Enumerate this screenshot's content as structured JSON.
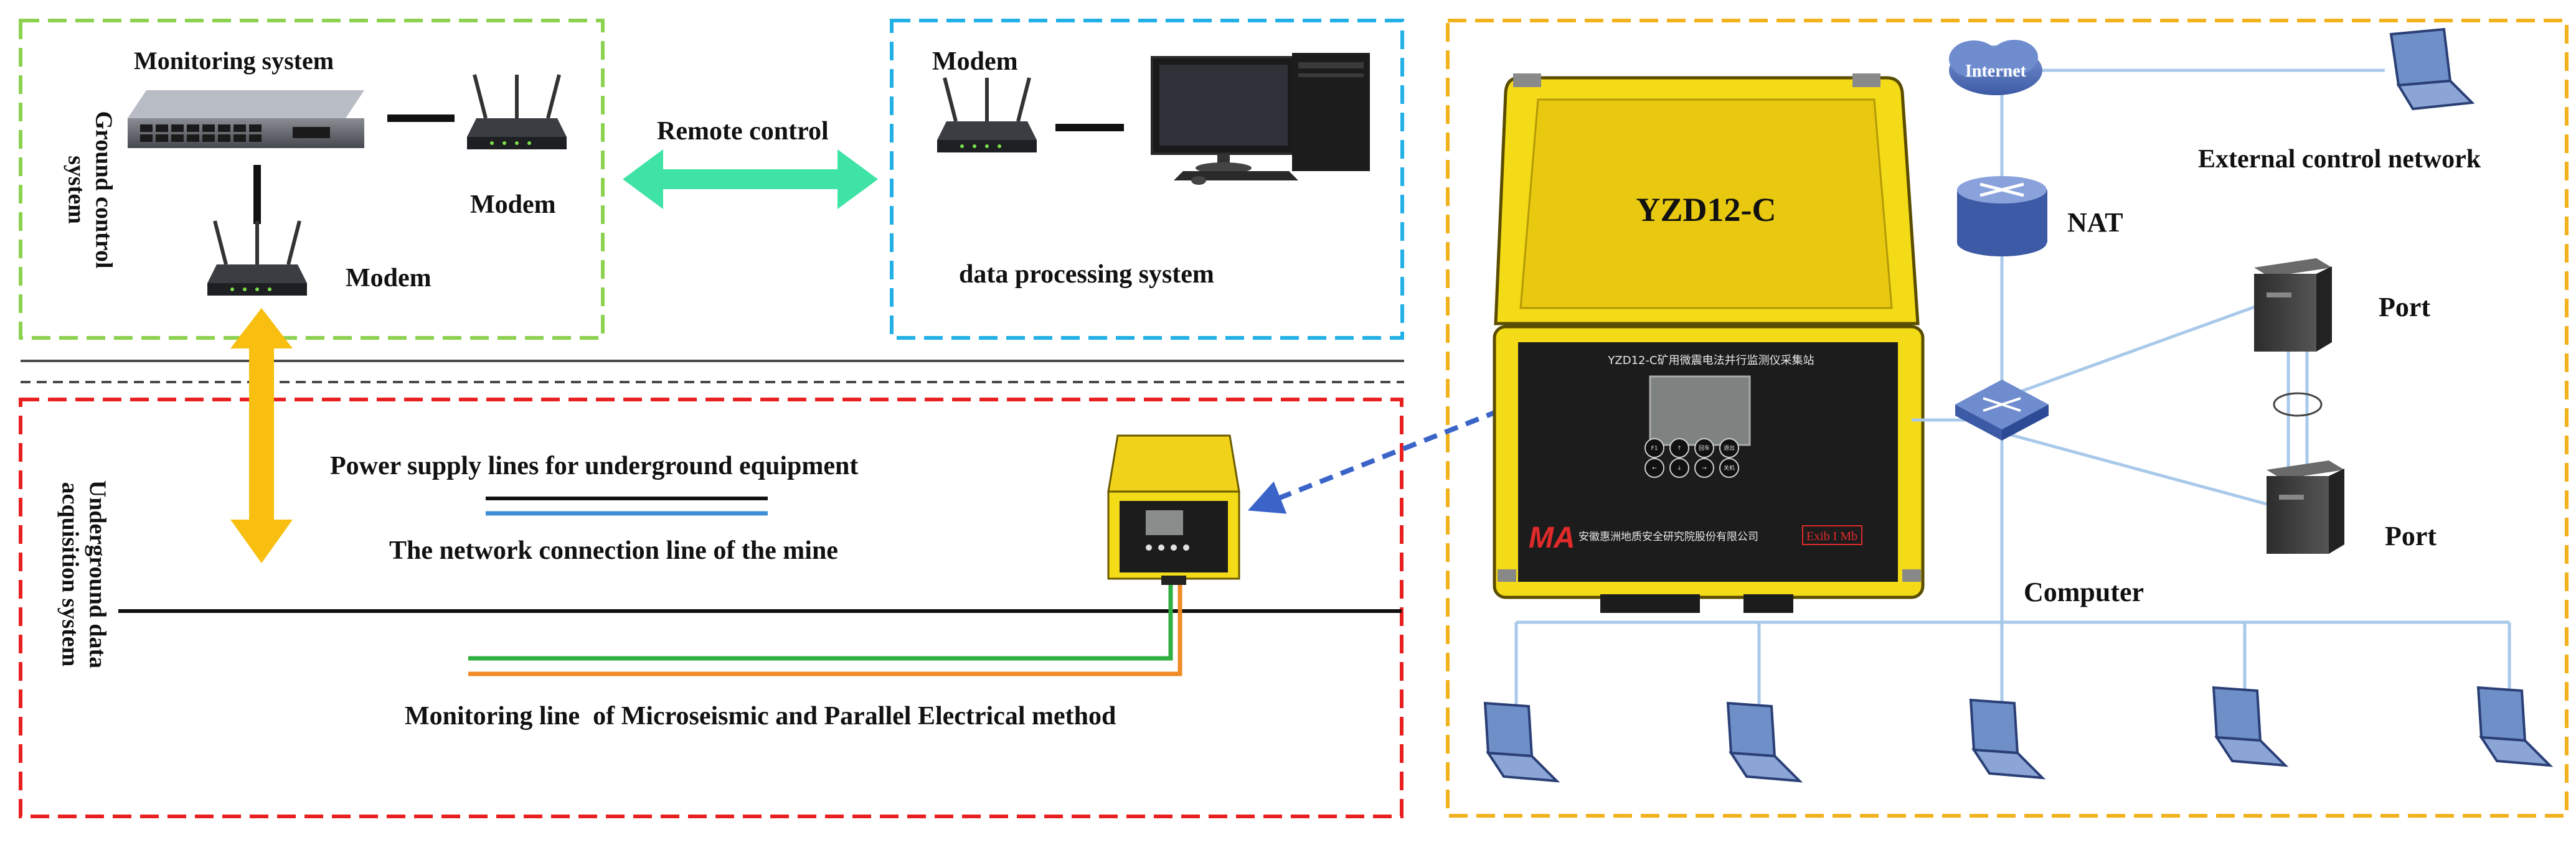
{
  "colors": {
    "ground_box": "#8cd250",
    "data_proc_box": "#22b0e6",
    "underground_box": "#e82020",
    "network_box": "#f2b21e",
    "remote_arrow": "#3fe3a6",
    "vertical_arrow": "#f8bf10",
    "dashed_link_arrow": "#3a64c8",
    "network_lines": "#a9c9ea",
    "power_line": "#111111",
    "network_line": "#3f8fd8",
    "green_line": "#30b040",
    "orange_line": "#f08a24",
    "device_yellow": "#f3db18",
    "device_panel": "#1c1c1c",
    "laptop_blue": "#6f8fc9"
  },
  "ground_control": {
    "title": "Ground control\nsystem",
    "monitoring_system": "Monitoring system",
    "modem_right": "Modem",
    "modem_bottom": "Modem"
  },
  "remote_control": {
    "label": "Remote control"
  },
  "data_processing": {
    "modem": "Modem",
    "label": "data processing system"
  },
  "underground": {
    "title": "Underground data\nacquisition system",
    "power_supply": "Power supply lines for underground equipment",
    "network_connection": "The network connection line of the mine",
    "monitoring_line": "Monitoring line  of Microseismic and Parallel Electrical method"
  },
  "device": {
    "model": "YZD12-C",
    "panel_title": "YZD12-C矿用微震电法并行监测仪采集站",
    "ma_logo": "MA",
    "company": "安徽惠洲地质安全研究院股份有限公司",
    "exib": "Exib I Mb",
    "keys": [
      "F1",
      "↑",
      "回车",
      "退出",
      "←",
      "↓",
      "→",
      "关机"
    ]
  },
  "network": {
    "internet": "Internet",
    "external": "External control network",
    "nat": "NAT",
    "port_top": "Port",
    "port_bottom": "Port",
    "computer": "Computer"
  }
}
